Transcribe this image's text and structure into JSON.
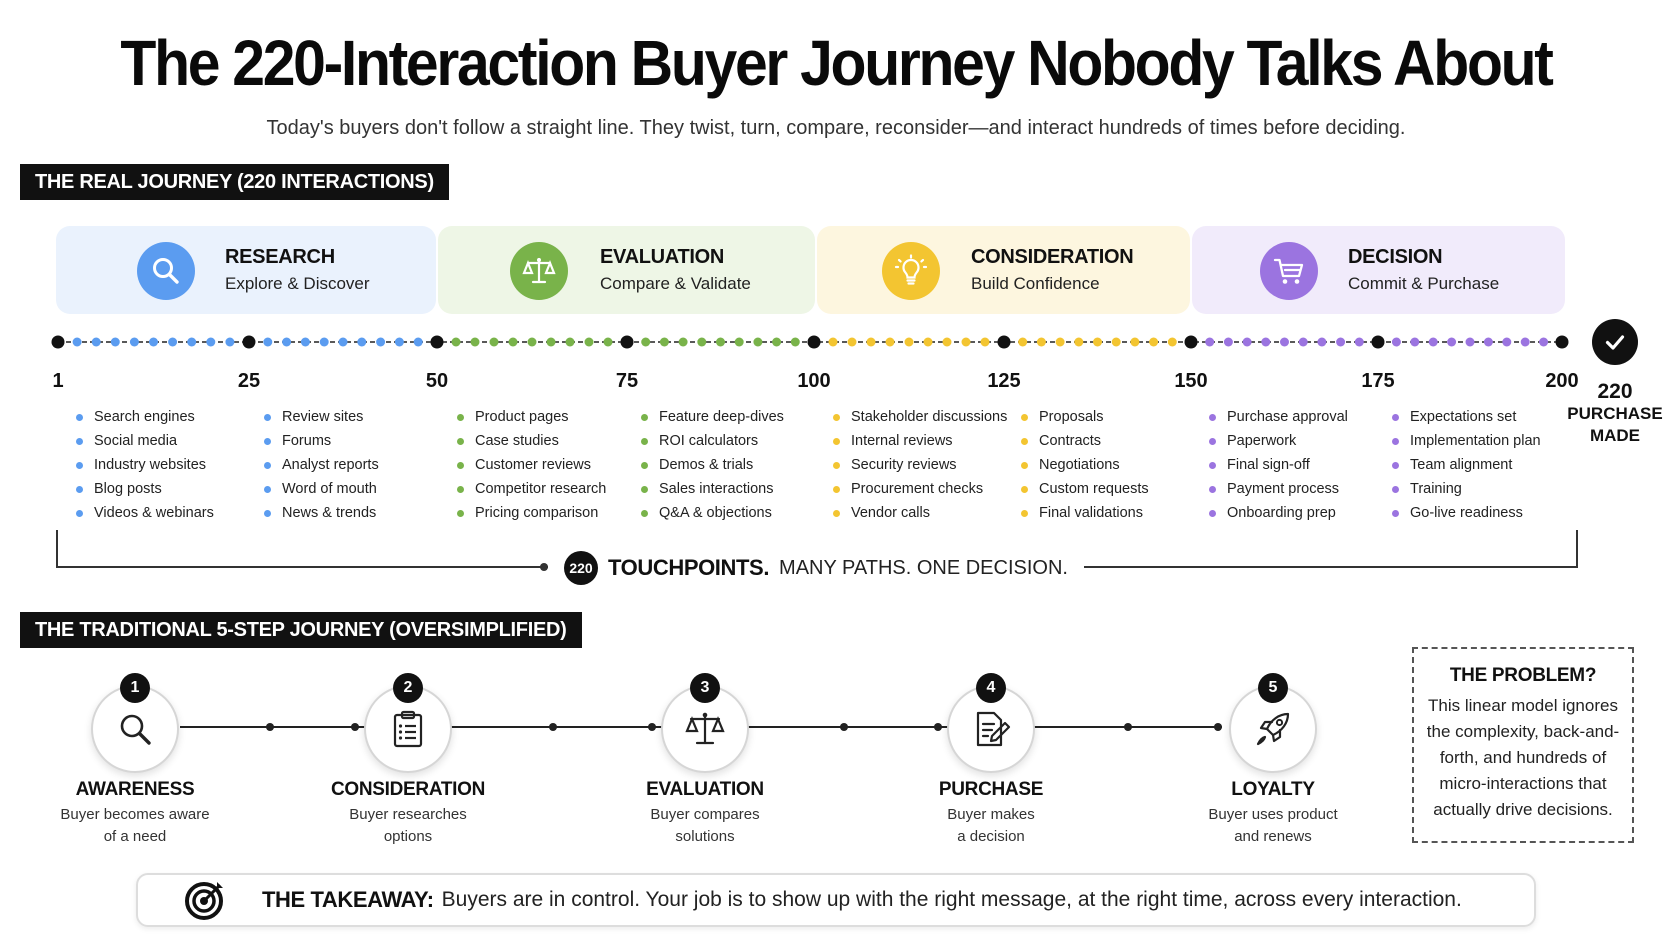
{
  "header": {
    "title": "The 220-Interaction Buyer Journey Nobody Talks About",
    "subtitle": "Today's buyers don't follow a straight line. They twist, turn, compare, reconsider—and interact hundreds of times before deciding."
  },
  "real_journey": {
    "label": "THE REAL JOURNEY (220 INTERACTIONS)",
    "stages": [
      {
        "name": "RESEARCH",
        "sub": "Explore & Discover",
        "icon": "magnifier-icon",
        "color": "#5b9cf0",
        "bg": "#eaf2fd"
      },
      {
        "name": "EVALUATION",
        "sub": "Compare & Validate",
        "icon": "scales-icon",
        "color": "#79b34a",
        "bg": "#eef6e6"
      },
      {
        "name": "CONSIDERATION",
        "sub": "Build Confidence",
        "icon": "lightbulb-icon",
        "color": "#f3c531",
        "bg": "#fdf6df"
      },
      {
        "name": "DECISION",
        "sub": "Commit & Purchase",
        "icon": "cart-icon",
        "color": "#9b74e0",
        "bg": "#f1ebfb"
      }
    ],
    "ticks": [
      "1",
      "25",
      "50",
      "75",
      "100",
      "125",
      "150",
      "175",
      "200"
    ],
    "bullet_groups": [
      {
        "stage": 0,
        "items": [
          "Search engines",
          "Social media",
          "Industry websites",
          "Blog posts",
          "Videos & webinars"
        ]
      },
      {
        "stage": 0,
        "items": [
          "Review sites",
          "Forums",
          "Analyst reports",
          "Word of mouth",
          "News & trends"
        ]
      },
      {
        "stage": 1,
        "items": [
          "Product pages",
          "Case studies",
          "Customer reviews",
          "Competitor research",
          "Pricing comparison"
        ]
      },
      {
        "stage": 1,
        "items": [
          "Feature deep-dives",
          "ROI calculators",
          "Demos & trials",
          "Sales interactions",
          "Q&A & objections"
        ]
      },
      {
        "stage": 2,
        "items": [
          "Stakeholder discussions",
          "Internal reviews",
          "Security reviews",
          "Procurement checks",
          "Vendor calls"
        ]
      },
      {
        "stage": 2,
        "items": [
          "Proposals",
          "Contracts",
          "Negotiations",
          "Custom requests",
          "Final validations"
        ]
      },
      {
        "stage": 3,
        "items": [
          "Purchase approval",
          "Paperwork",
          "Final sign-off",
          "Payment process",
          "Onboarding prep"
        ]
      },
      {
        "stage": 3,
        "items": [
          "Expectations set",
          "Implementation plan",
          "Team alignment",
          "Training",
          "Go-live readiness"
        ]
      }
    ],
    "end": {
      "number": "220",
      "line1": "PURCHASE",
      "line2": "MADE",
      "icon": "checkmark-icon"
    },
    "touchpoints": {
      "badge": "220",
      "strong": "TOUCHPOINTS.",
      "rest": "MANY PATHS. ONE DECISION."
    }
  },
  "traditional": {
    "label": "THE TRADITIONAL 5-STEP JOURNEY (OVERSIMPLIFIED)",
    "steps": [
      {
        "num": "1",
        "title": "AWARENESS",
        "desc1": "Buyer becomes aware",
        "desc2": "of a need",
        "icon": "search-icon"
      },
      {
        "num": "2",
        "title": "CONSIDERATION",
        "desc1": "Buyer researches",
        "desc2": "options",
        "icon": "clipboard-icon"
      },
      {
        "num": "3",
        "title": "EVALUATION",
        "desc1": "Buyer compares",
        "desc2": "solutions",
        "icon": "scales-icon"
      },
      {
        "num": "4",
        "title": "PURCHASE",
        "desc1": "Buyer makes",
        "desc2": "a decision",
        "icon": "document-pen-icon"
      },
      {
        "num": "5",
        "title": "LOYALTY",
        "desc1": "Buyer uses product",
        "desc2": "and renews",
        "icon": "rocket-icon"
      }
    ]
  },
  "problem": {
    "title": "THE PROBLEM?",
    "text": "This linear model ignores the complexity, back-and-forth, and hundreds of micro-interactions that actually drive decisions."
  },
  "takeaway": {
    "label": "THE TAKEAWAY:",
    "text": "Buyers are in control. Your job is to show up with the right message, at the right time, across every interaction.",
    "icon": "target-icon"
  }
}
